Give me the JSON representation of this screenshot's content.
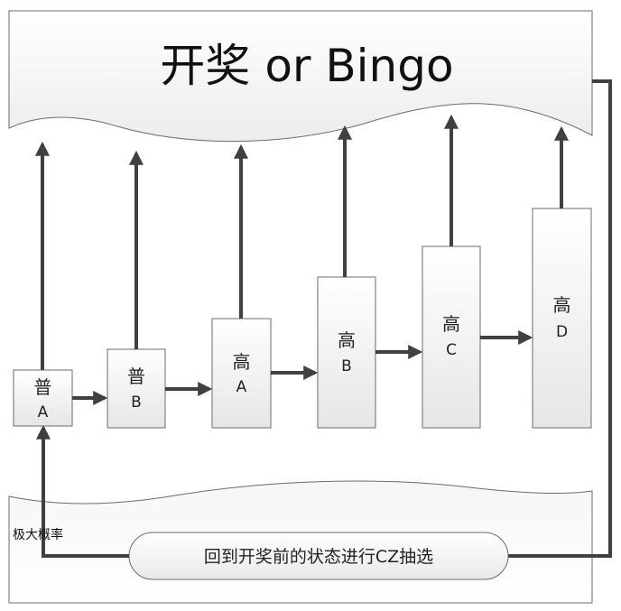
{
  "banner": {
    "title": "开奖 or Bingo"
  },
  "states": [
    {
      "line1": "普",
      "line2": "A"
    },
    {
      "line1": "普",
      "line2": "B"
    },
    {
      "line1": "高",
      "line2": "A"
    },
    {
      "line1": "高",
      "line2": "B"
    },
    {
      "line1": "高",
      "line2": "C"
    },
    {
      "line1": "高",
      "line2": "D"
    }
  ],
  "bottom": {
    "action": "回到开奖前的状态进行CZ抽选",
    "probability_label": "极大概率"
  },
  "colors": {
    "arrow": "#404040",
    "border": "#6b6b6b",
    "fill_top": "#ffffff",
    "fill_bottom": "#e8e8e8"
  }
}
